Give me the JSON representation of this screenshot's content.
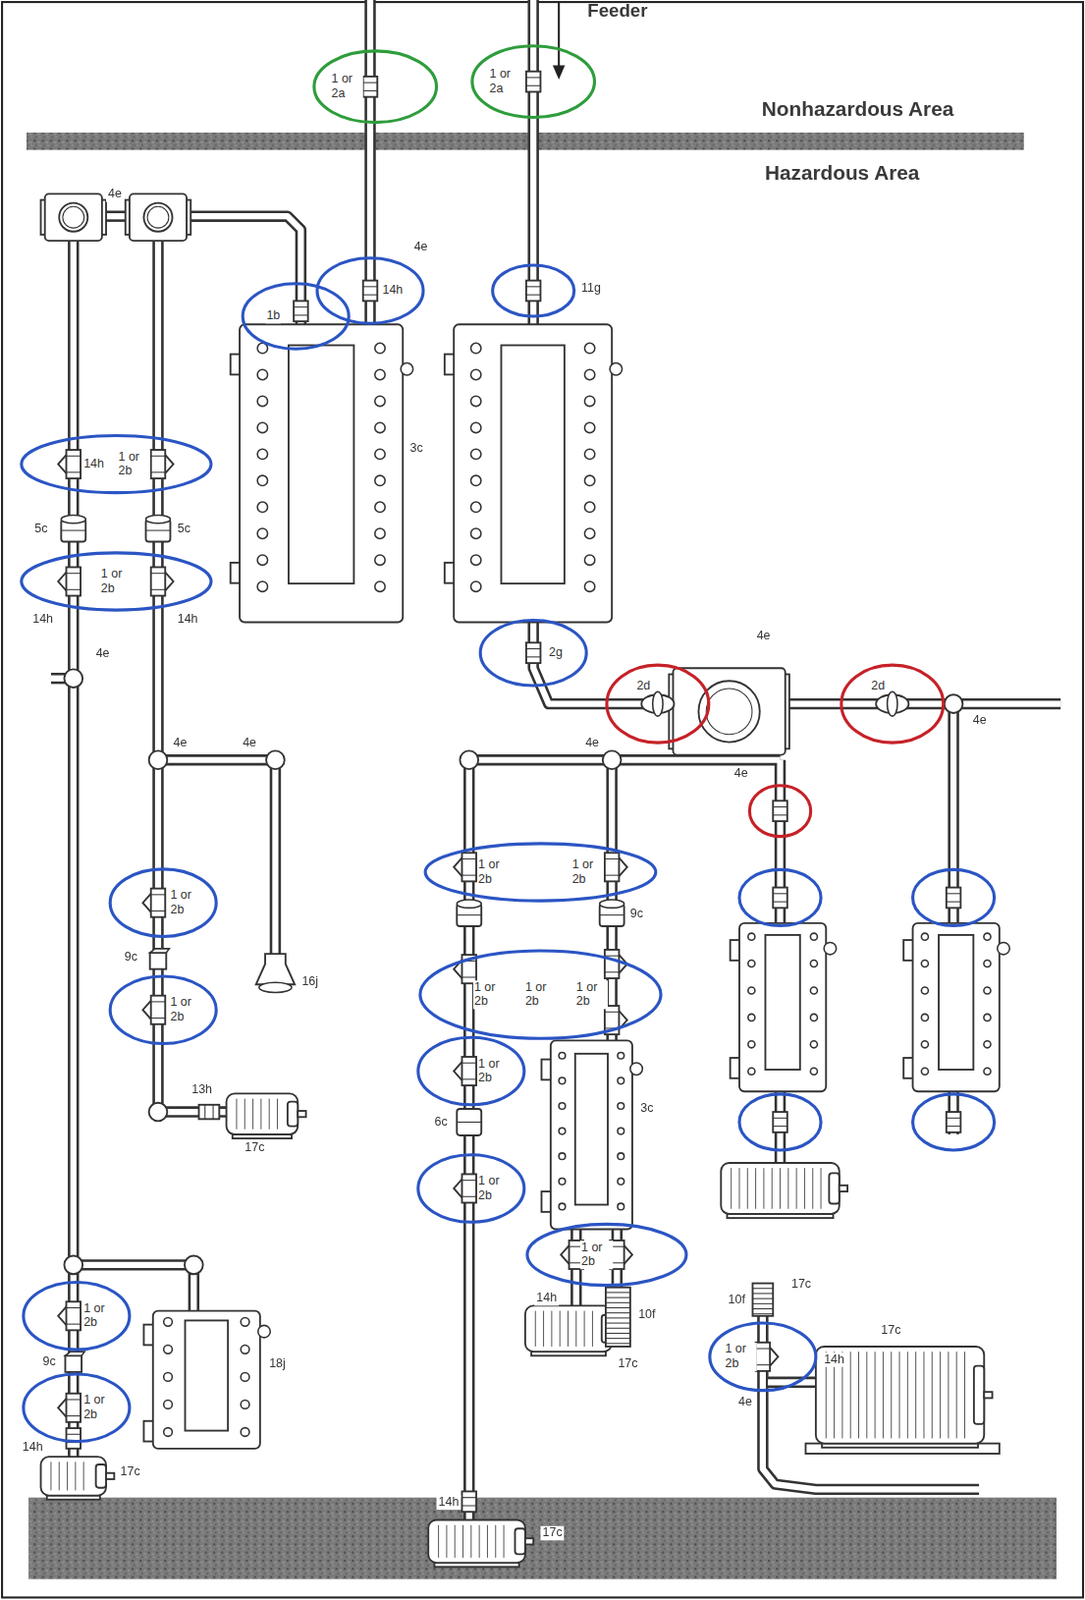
{
  "diagram": {
    "nodes": [
      {
        "text": [
          "1 or 2a"
        ]
      },
      {
        "text": [
          "1 or 2a"
        ]
      },
      {
        "text": [
          "14h"
        ]
      },
      {
        "text": [
          "1b"
        ]
      },
      {
        "text": [
          "14h",
          "1 or 2b"
        ]
      },
      {
        "text": [
          "1 or 2b"
        ]
      },
      {
        "text": [
          "2g"
        ]
      },
      {
        "text": [
          "2d"
        ]
      },
      {
        "text": [
          "2d"
        ]
      },
      {
        "text": [
          "1 or 2b",
          "1 or 2b"
        ]
      },
      {
        "text": [
          "1 or 2b"
        ]
      },
      {
        "text": [
          "1 or 2b",
          "1 or 2b",
          "1 or 2b"
        ]
      },
      {
        "text": [
          "1 or 2b"
        ]
      },
      {
        "text": [
          "1 or 2b"
        ]
      },
      {
        "text": [
          "1 or 2b"
        ]
      },
      {
        "text": [
          "1 or 2b"
        ]
      },
      {
        "text": [
          "1 or 2b"
        ]
      },
      {
        "text": [
          "1 or 2b"
        ]
      },
      {
        "text": [
          "1 or 2b"
        ]
      }
    ],
    "labels": [
      "Feeder",
      "Nonhazardous Area",
      "Hazardous Area",
      "4e",
      "4e",
      "11g",
      "3c",
      "5c",
      "5c",
      "14h",
      "14h",
      "4e",
      "4e",
      "4e",
      "4e",
      "4e",
      "4e",
      "4e",
      "9c",
      "16j",
      "9c",
      "13h",
      "17c",
      "6c",
      "3c",
      "14h",
      "10f",
      "17c",
      "17c",
      "10f",
      "17c",
      "14h",
      "4e",
      "9c",
      "18j",
      "14h",
      "17c",
      "14h",
      "17c"
    ]
  }
}
